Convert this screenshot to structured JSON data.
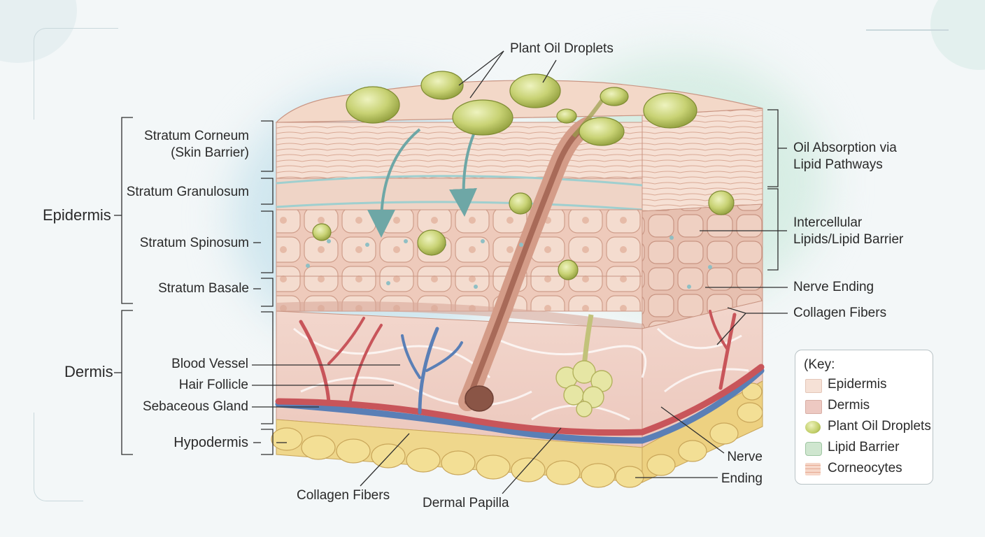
{
  "labels": {
    "plant_oil_droplets_top": "Plant Oil Droplets",
    "epidermis": "Epidermis",
    "dermis": "Dermis",
    "stratum_corneum_l1": "Stratum Corneum",
    "stratum_corneum_l2": "(Skin Barrier)",
    "stratum_granulosum": "Stratum Granulosum",
    "stratum_spinosum": "Stratum Spinosum",
    "stratum_basale": "Stratum Basale",
    "blood_vessel": "Blood Vessel",
    "hair_follicle": "Hair Follicle",
    "sebaceous_gland": "Sebaceous Gland",
    "hypodermis": "Hypodermis",
    "collagen_fibers_bottom": "Collagen Fibers",
    "dermal_papilla": "Dermal Papilla",
    "oil_absorption_l1": "Oil Absorption via",
    "oil_absorption_l2": "Lipid Pathways",
    "intercellular_l1": "Intercellular",
    "intercellular_l2": "Lipids/Lipid Barrier",
    "nerve_ending_right": "Nerve Ending",
    "collagen_fibers_right": "Collagen Fibers",
    "nerve_ending_bottom_l1": "Nerve",
    "nerve_ending_bottom_l2": "Ending"
  },
  "key": {
    "title": "(Key:",
    "items": [
      {
        "label": "Epidermis",
        "color": "#f6e1d6"
      },
      {
        "label": "Dermis",
        "color": "#edc9c2"
      },
      {
        "label": "Plant Oil Droplets",
        "color": "#b9c95e"
      },
      {
        "label": "Lipid Barrier",
        "color": "#cfe6cf"
      },
      {
        "label": "Corneocytes",
        "color": "#f2c4b4"
      }
    ]
  },
  "colors": {
    "epidermis": "#f3d6c8",
    "dermis": "#efd0c8",
    "hypodermis": "#efd78c",
    "oil": "#c2cf6a",
    "lipid": "#9fcfcf",
    "artery": "#c8555a",
    "vein": "#5a7fb6"
  }
}
